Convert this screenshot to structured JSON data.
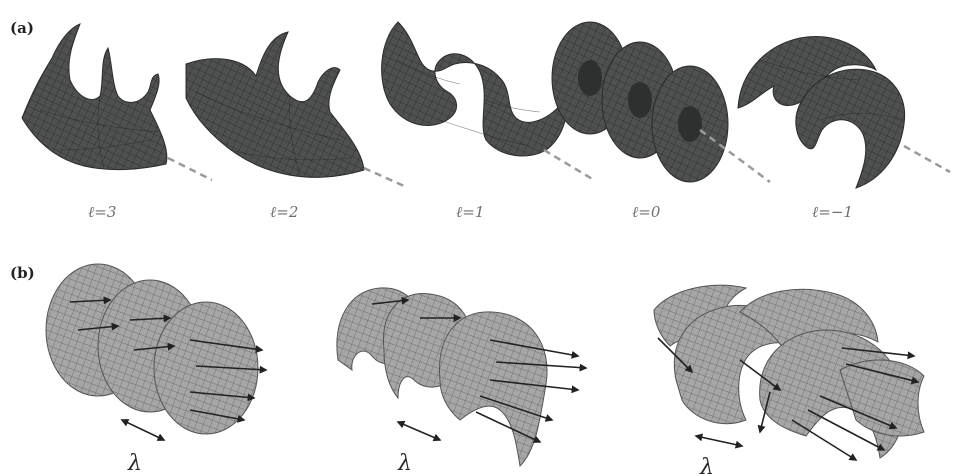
{
  "panels": {
    "a": {
      "label": "(a)",
      "modes": [
        {
          "label": "ℓ=3"
        },
        {
          "label": "ℓ=2"
        },
        {
          "label": "ℓ=1"
        },
        {
          "label": "ℓ=0"
        },
        {
          "label": "ℓ=−1"
        }
      ]
    },
    "b": {
      "label": "(b)",
      "wavelength_labels": [
        "λ",
        "λ",
        "λ"
      ]
    }
  },
  "colors": {
    "surface_dark": "#4a4d4c",
    "surface_light": "#a3a3a3",
    "axis": "#9a9a9a",
    "arrow": "#222222"
  }
}
